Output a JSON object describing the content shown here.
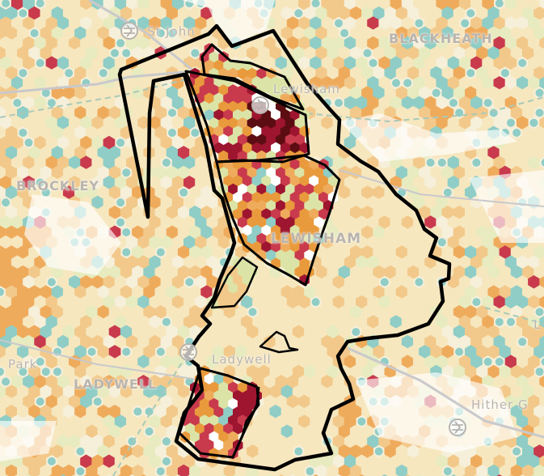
{
  "map": {
    "colors": {
      "background": "#f6efd9",
      "pale": "#f6e7bf",
      "light_orange": "#f2c98a",
      "orange": "#efab5c",
      "mid_orange": "#e99a3c",
      "red": "#c93a4d",
      "crimson": "#9e1530",
      "dark_red": "#5c0d12",
      "teal": "#8fcdc6",
      "lime": "#dbe4a6",
      "green_light": "#e7ebbf",
      "boundary": "#000000",
      "road_grey": "#c9c9cc",
      "rail": "#a9c9b9",
      "white_area": "#ffffff"
    },
    "labels": {
      "st_johns": "St John",
      "blackheath": "BLACKHEATH",
      "lewisham_station": "Lewisham",
      "brockley": "BROCKLEY",
      "lewisham": "LEWISHAM",
      "ladywell_station": "Ladywell",
      "park": "Park",
      "ladywell": "LADYWELL",
      "hither_green": "Hither G",
      "edge_letter": "L"
    },
    "icons": [
      "rail-station-icon",
      "rail-station-icon",
      "rail-station-icon",
      "rail-station-icon"
    ]
  }
}
